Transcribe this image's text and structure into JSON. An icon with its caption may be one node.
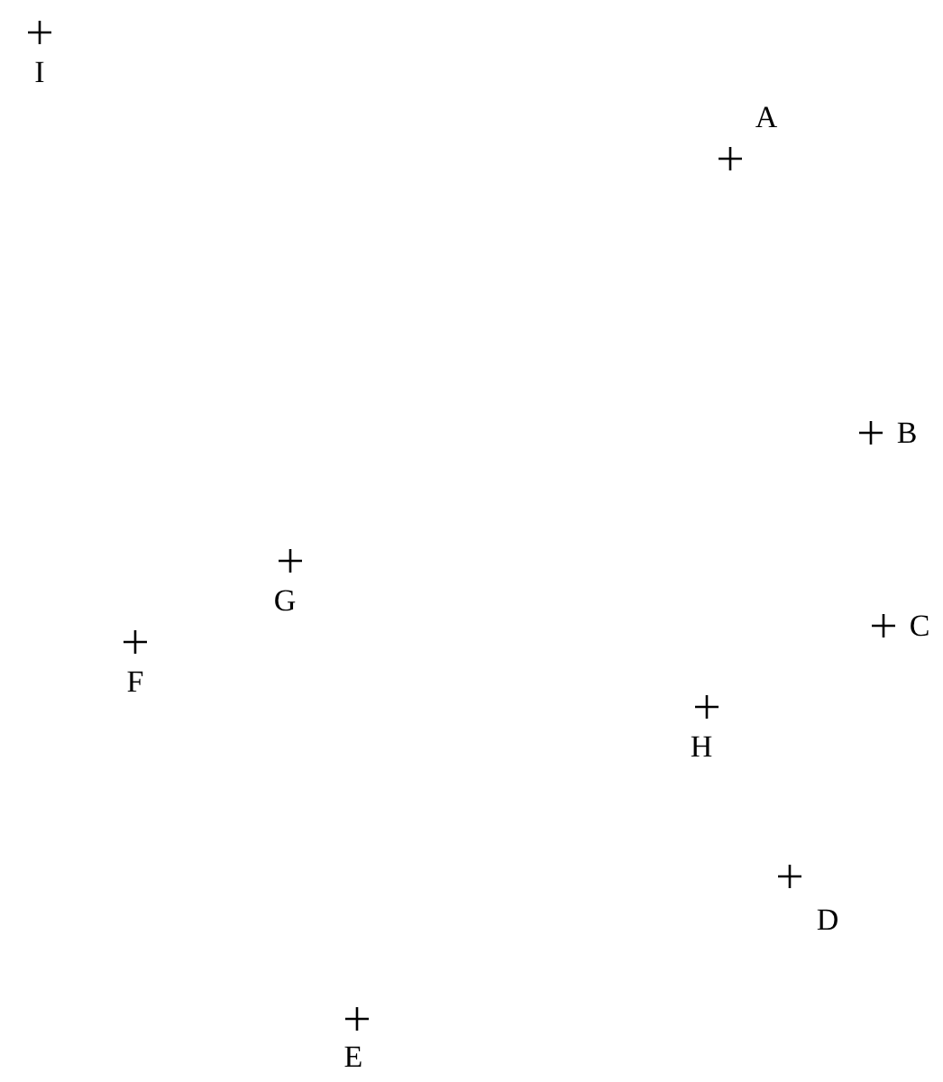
{
  "diagram": {
    "labels": [
      "I",
      "A",
      "B",
      "G",
      "C",
      "F",
      "H",
      "D",
      "E"
    ]
  }
}
